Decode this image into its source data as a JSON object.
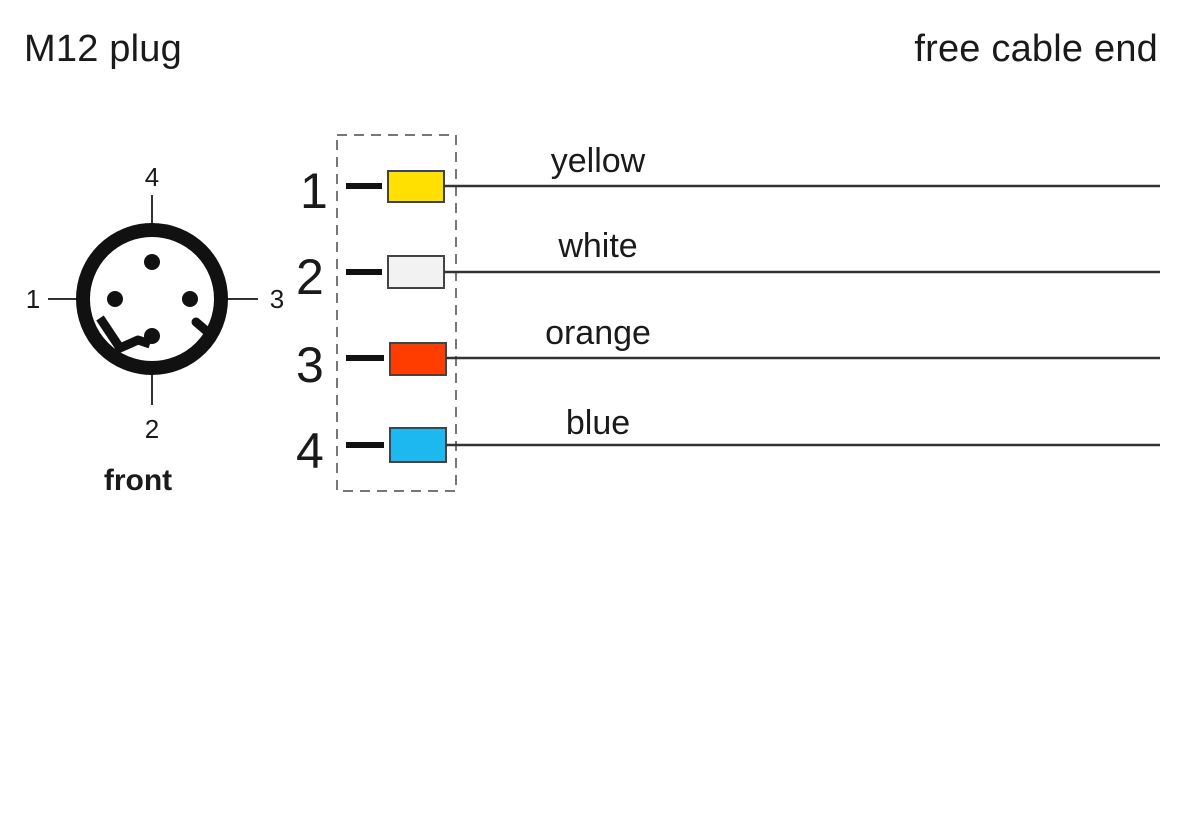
{
  "header": {
    "left_title": "M12 plug",
    "right_title": "free cable end"
  },
  "connector": {
    "pins": {
      "top": "4",
      "left": "1",
      "right": "3",
      "bottom": "2"
    },
    "view_label": "front"
  },
  "wires": [
    {
      "pin": "1",
      "color_name": "yellow",
      "color": "#FFE000"
    },
    {
      "pin": "2",
      "color_name": "white",
      "color": "#F2F2F2"
    },
    {
      "pin": "3",
      "color_name": "orange",
      "color": "#FF3D00"
    },
    {
      "pin": "4",
      "color_name": "blue",
      "color": "#1EB8F0"
    }
  ]
}
